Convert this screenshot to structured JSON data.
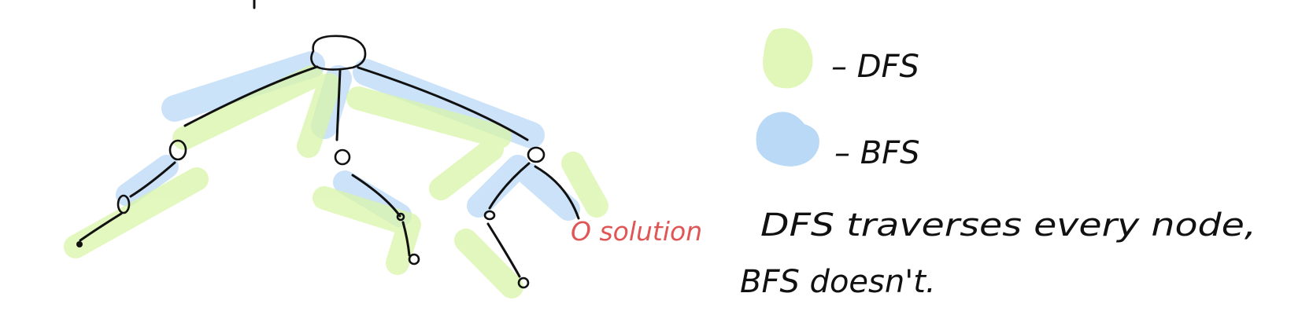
{
  "colors": {
    "dfs_highlight": "#d9f5a8",
    "bfs_highlight": "#a9d0f5",
    "ink": "#111111",
    "solution_ink": "#e05555",
    "background": "#ffffff"
  },
  "legend": {
    "dfs_label": "– DFS",
    "bfs_label": "– BFS"
  },
  "annotation": {
    "marker_label": "O solution",
    "note_line1": "DFS traverses every node,",
    "note_line2": "BFS doesn't."
  }
}
